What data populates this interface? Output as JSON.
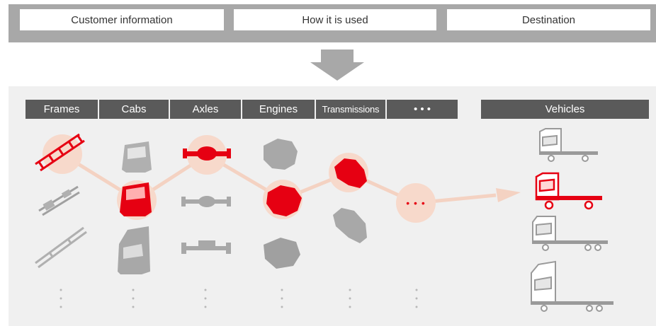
{
  "top_inputs": [
    "Customer information",
    "How it is used",
    "Destination"
  ],
  "components": [
    "Frames",
    "Cabs",
    "Axles",
    "Engines",
    "Transmissions",
    "• • •"
  ],
  "output_header": "Vehicles",
  "more_symbol": "• • •",
  "colors": {
    "highlight": "#e60012",
    "part": "#9a9a9a",
    "circle": "#f7d9cb",
    "header": "#5a5a5a",
    "path": "#f4d2c2"
  },
  "icons": {
    "frames": [
      "frame-red-icon",
      "frame-gray-icon",
      "frame-long-gray-icon"
    ],
    "cabs": [
      "cab-gray-icon",
      "cab-red-icon",
      "cab-tall-gray-icon"
    ],
    "axles": [
      "axle-red-icon",
      "axle-gray-icon",
      "axle-gray-icon"
    ],
    "engines": [
      "engine-gray-icon",
      "engine-red-icon",
      "engine-gray-icon"
    ],
    "transmissions": [
      "transmission-red-icon",
      "transmission-gray-icon"
    ],
    "vehicles": [
      "truck-gray-icon",
      "truck-red-icon",
      "truck-gray-icon",
      "truck-tall-gray-icon"
    ]
  }
}
